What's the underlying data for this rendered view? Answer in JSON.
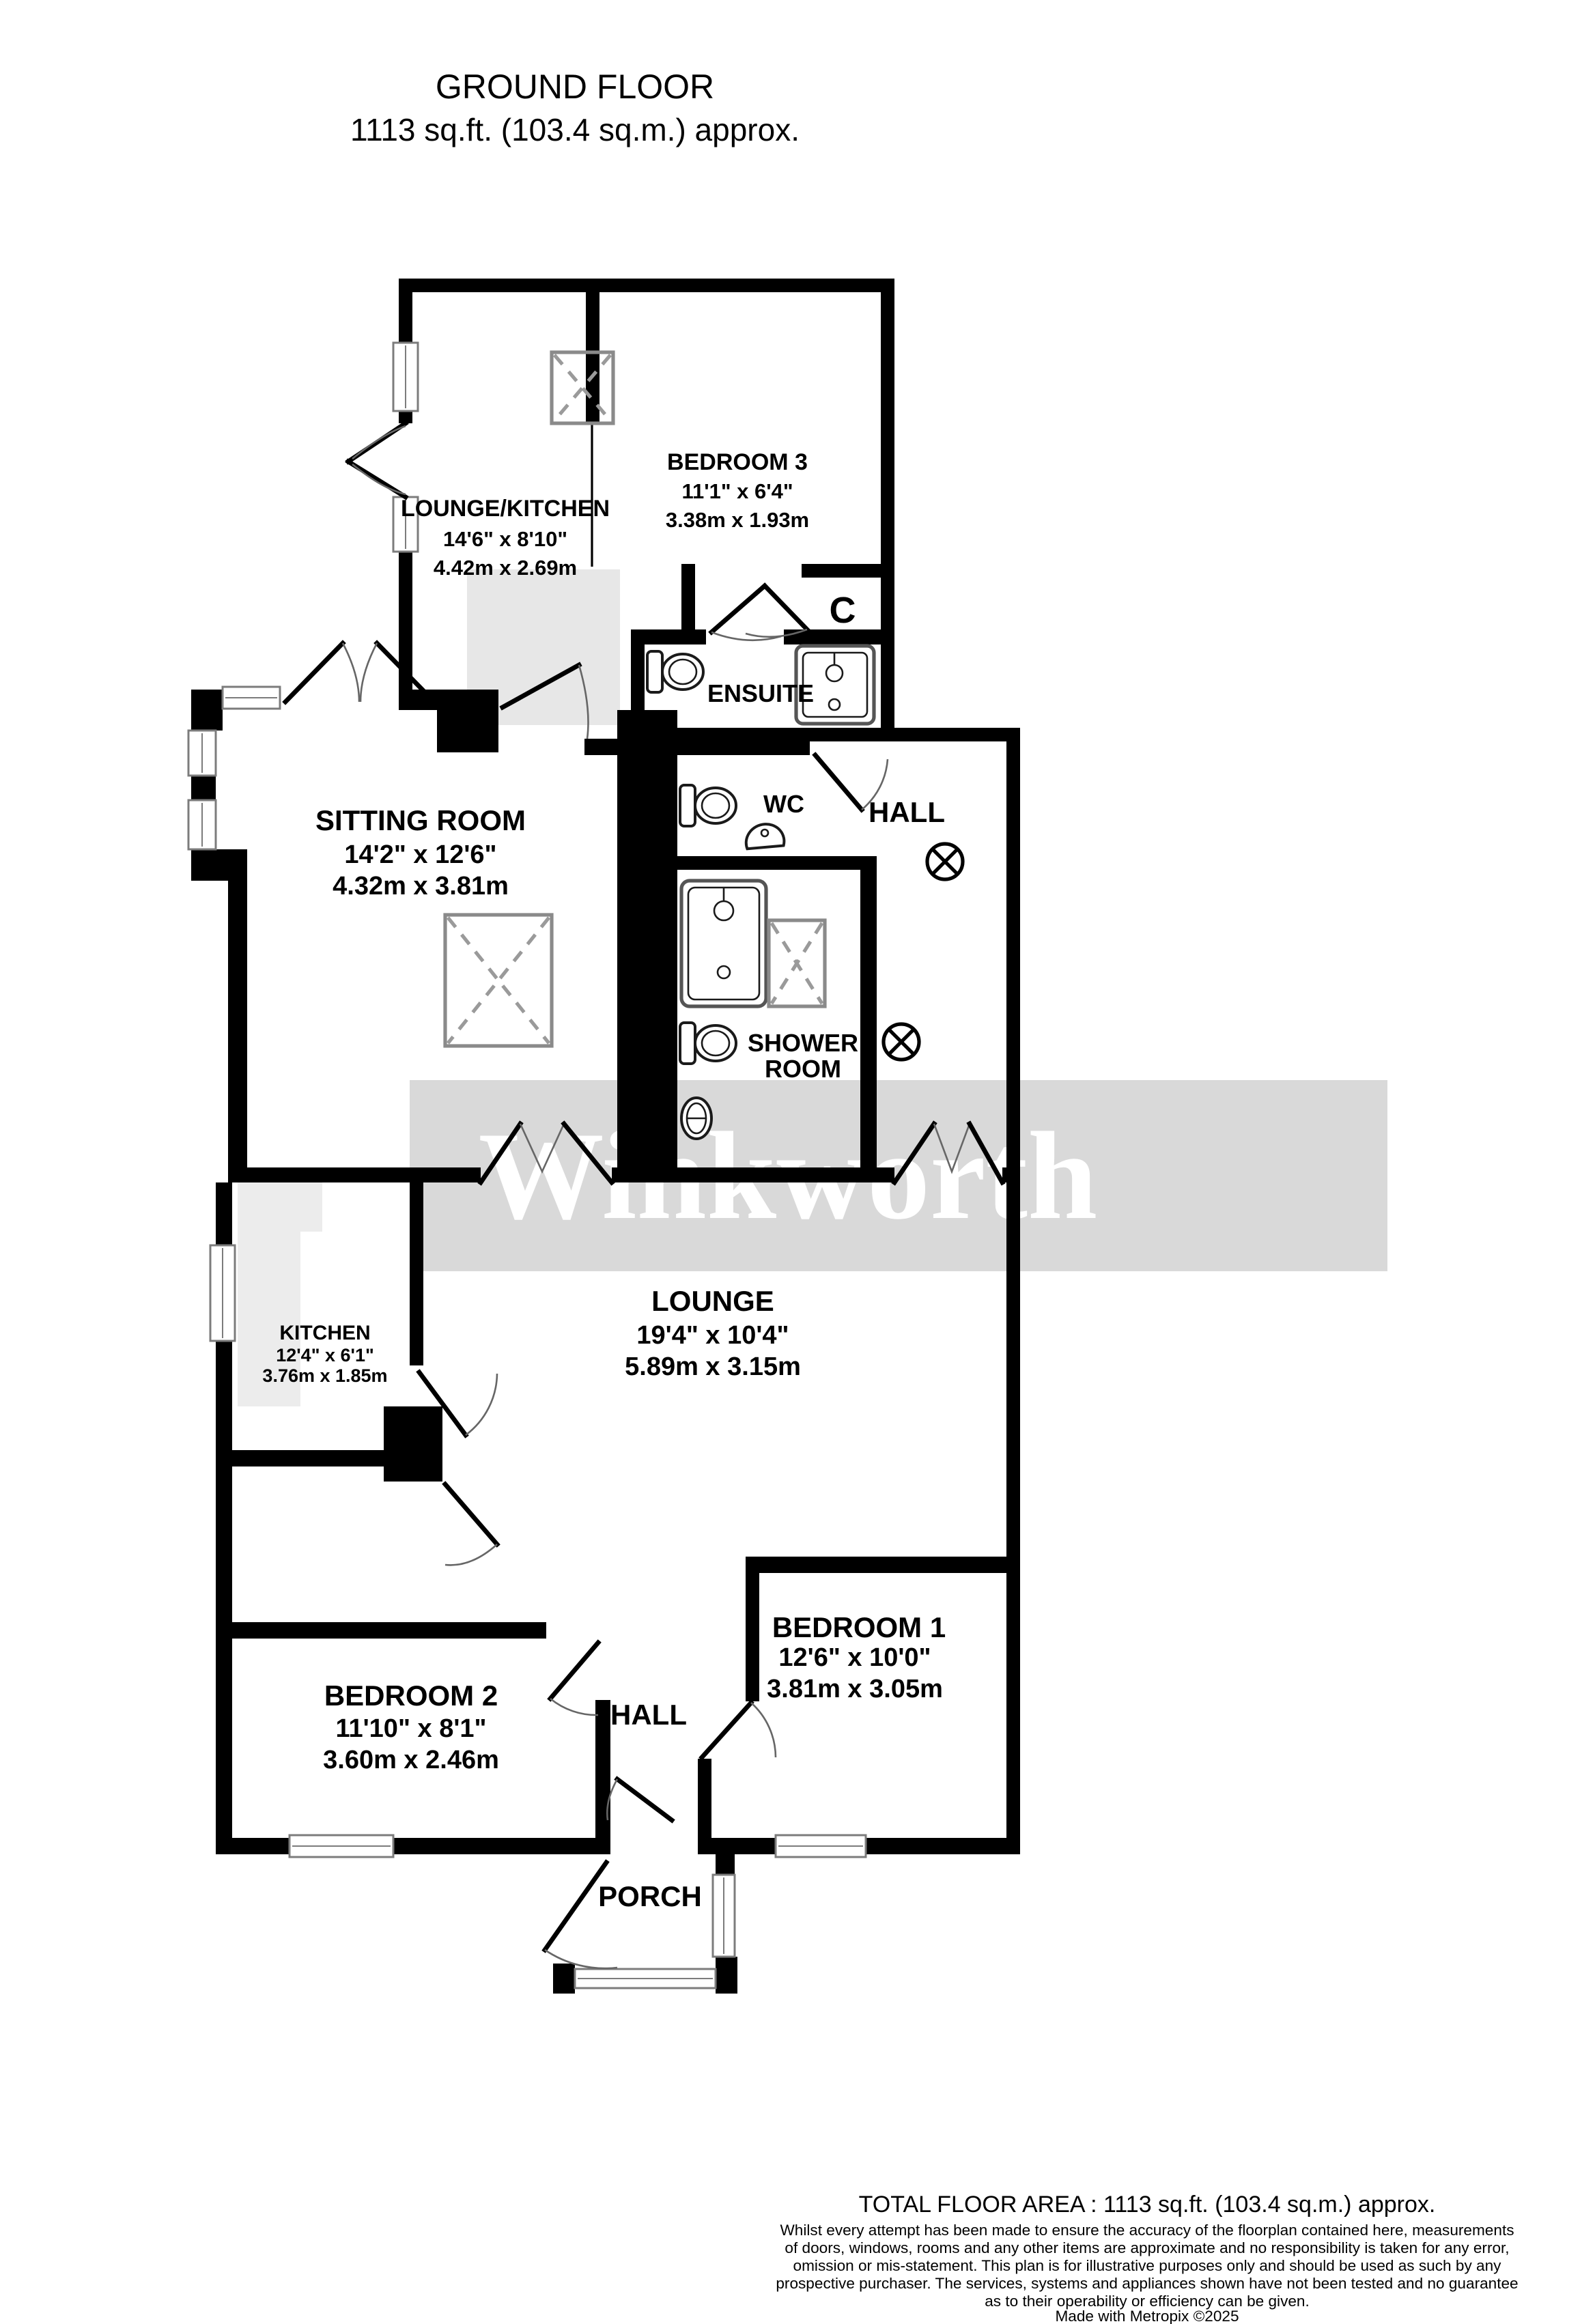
{
  "title": {
    "line1": "GROUND FLOOR",
    "line2": "1113 sq.ft. (103.4 sq.m.) approx."
  },
  "rooms": {
    "lounge_kitchen": {
      "name": "LOUNGE/KITCHEN",
      "imperial": "14'6\"  x 8'10\"",
      "metric": "4.42m  x 2.69m"
    },
    "bedroom3": {
      "name": "BEDROOM 3",
      "imperial": "11'1\"  x 6'4\"",
      "metric": "3.38m  x 1.93m"
    },
    "cupboard": {
      "name": "C"
    },
    "ensuite": {
      "name": "ENSUITE"
    },
    "sitting_room": {
      "name": "SITTING ROOM",
      "imperial": "14'2\"  x 12'6\"",
      "metric": "4.32m  x 3.81m"
    },
    "wc": {
      "name": "WC"
    },
    "hall_upper": {
      "name": "HALL"
    },
    "shower_room": {
      "name": "SHOWER ROOM",
      "line1": "SHOWER",
      "line2": "ROOM"
    },
    "kitchen": {
      "name": "KITCHEN",
      "imperial": "12'4\"  x 6'1\"",
      "metric": "3.76m  x 1.85m"
    },
    "lounge": {
      "name": "LOUNGE",
      "imperial": "19'4\"  x 10'4\"",
      "metric": "5.89m  x 3.15m"
    },
    "bedroom2": {
      "name": "BEDROOM 2",
      "imperial": "11'10\"  x 8'1\"",
      "metric": "3.60m  x 2.46m"
    },
    "bedroom1": {
      "name": "BEDROOM 1",
      "imperial": "12'6\"  x 10'0\"",
      "metric": "3.81m  x 3.05m"
    },
    "hall_lower": {
      "name": "HALL"
    },
    "porch": {
      "name": "PORCH"
    }
  },
  "watermark": "Winkworth",
  "footer": {
    "total": "TOTAL FLOOR AREA : 1113 sq.ft. (103.4 sq.m.) approx.",
    "disclaimer_lines": [
      "Whilst every attempt has been made to ensure the accuracy of the floorplan contained here, measurements",
      "of doors, windows, rooms and any other items are approximate and no responsibility is taken for any error,",
      "omission or mis-statement. This plan is for illustrative purposes only and should be used as such by any",
      "prospective purchaser. The services, systems and appliances shown have not been tested and no guarantee",
      "as to their operability or efficiency can be given.",
      "Made with Metropix ©2025"
    ]
  },
  "colors": {
    "wall": "#000000",
    "window_stroke": "#7c7c7c",
    "furniture_stroke": "#8a8a8a",
    "watermark_band": "#d9d9d9",
    "watermark_text": "#ffffff",
    "landing_shade": "#e7e7e7",
    "counter_shade": "#ececec"
  }
}
